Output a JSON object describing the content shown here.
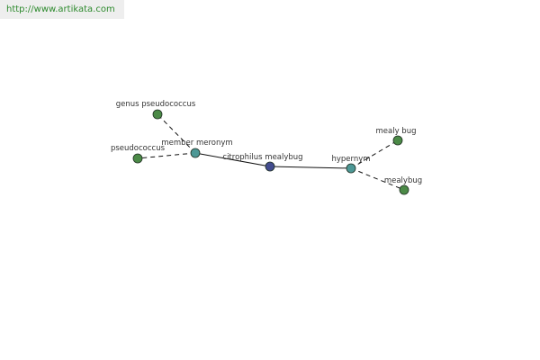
{
  "header": {
    "url": "http://www.artikata.com"
  },
  "colors": {
    "center_node": "#434c8f",
    "relation_node": "#4d9896",
    "leaf_node": "#4b8a47",
    "node_stroke": "#1f2f22",
    "edge": "#111111",
    "url_text": "#2d8a2d",
    "url_bg": "#eeeeee"
  },
  "diagram": {
    "nodes": [
      {
        "id": "citrophilus-mealybug",
        "label": "citrophilus mealybug",
        "kind": "center"
      },
      {
        "id": "member-meronym",
        "label": "member meronym",
        "kind": "relation"
      },
      {
        "id": "hypernym",
        "label": "hypernym",
        "kind": "relation"
      },
      {
        "id": "genus-pseudococcus",
        "label": "genus pseudococcus",
        "kind": "leaf"
      },
      {
        "id": "pseudococcus",
        "label": "pseudococcus",
        "kind": "leaf"
      },
      {
        "id": "mealy-bug",
        "label": "mealy bug",
        "kind": "leaf"
      },
      {
        "id": "mealybug",
        "label": "mealybug",
        "kind": "leaf"
      }
    ],
    "edges": [
      {
        "from": "citrophilus-mealybug",
        "to": "member-meronym",
        "style": "solid"
      },
      {
        "from": "citrophilus-mealybug",
        "to": "hypernym",
        "style": "solid"
      },
      {
        "from": "member-meronym",
        "to": "genus-pseudococcus",
        "style": "dashed"
      },
      {
        "from": "member-meronym",
        "to": "pseudococcus",
        "style": "dashed"
      },
      {
        "from": "hypernym",
        "to": "mealy-bug",
        "style": "dashed"
      },
      {
        "from": "hypernym",
        "to": "mealybug",
        "style": "dashed"
      }
    ]
  }
}
